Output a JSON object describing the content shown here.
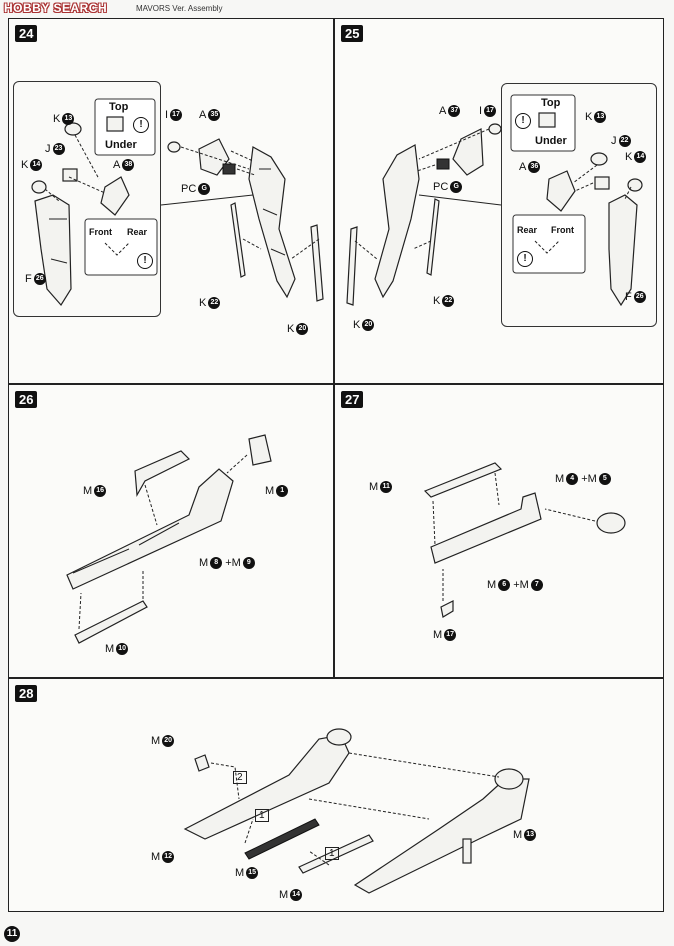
{
  "header": {
    "logo": "HOBBY SEARCH",
    "title_text": "MAVORS Ver.",
    "assembly": "Assembly"
  },
  "page_number": "11",
  "steps": {
    "s24": {
      "number": "24",
      "labels": {
        "K13": "K",
        "K13n": "13",
        "J23": "J",
        "J23n": "23",
        "K14": "K",
        "K14n": "14",
        "A38": "A",
        "A38n": "38",
        "F26": "F",
        "F26n": "26",
        "I17": "I",
        "I17n": "17",
        "A35": "A",
        "A35n": "35",
        "PCG": "PC",
        "PCGn": "G",
        "K22": "K",
        "K22n": "22",
        "K20": "K",
        "K20n": "20"
      },
      "top": "Top",
      "under": "Under",
      "front": "Front",
      "rear": "Rear"
    },
    "s25": {
      "number": "25",
      "labels": {
        "A37": "A",
        "A37n": "37",
        "I17": "I",
        "I17n": "17",
        "PCG": "PC",
        "PCGn": "G",
        "K20": "K",
        "K20n": "20",
        "K22": "K",
        "K22n": "22",
        "K13": "K",
        "K13n": "13",
        "J22": "J",
        "J22n": "22",
        "A36": "A",
        "A36n": "36",
        "K14": "K",
        "K14n": "14",
        "F26": "F",
        "F26n": "26"
      },
      "top": "Top",
      "under": "Under",
      "front": "Front",
      "rear": "Rear"
    },
    "s26": {
      "number": "26",
      "labels": {
        "M16": "M",
        "M16n": "16",
        "M1": "M",
        "M1n": "1",
        "M8": "M",
        "M8n": "8",
        "plus": "+M",
        "M9n": "9",
        "M10": "M",
        "M10n": "10"
      }
    },
    "s27": {
      "number": "27",
      "labels": {
        "M11": "M",
        "M11n": "11",
        "M4": "M",
        "M4n": "4",
        "plus1": "+M",
        "M5n": "5",
        "M6": "M",
        "M6n": "6",
        "plus2": "+M",
        "M7n": "7",
        "M17": "M",
        "M17n": "17"
      }
    },
    "s28": {
      "number": "28",
      "labels": {
        "M20": "M",
        "M20n": "20",
        "M12": "M",
        "M12n": "12",
        "M15": "M",
        "M15n": "15",
        "M14": "M",
        "M14n": "14",
        "M13": "M",
        "M13n": "13",
        "step1": "1",
        "step2": "2",
        "step1b": "1"
      }
    }
  }
}
